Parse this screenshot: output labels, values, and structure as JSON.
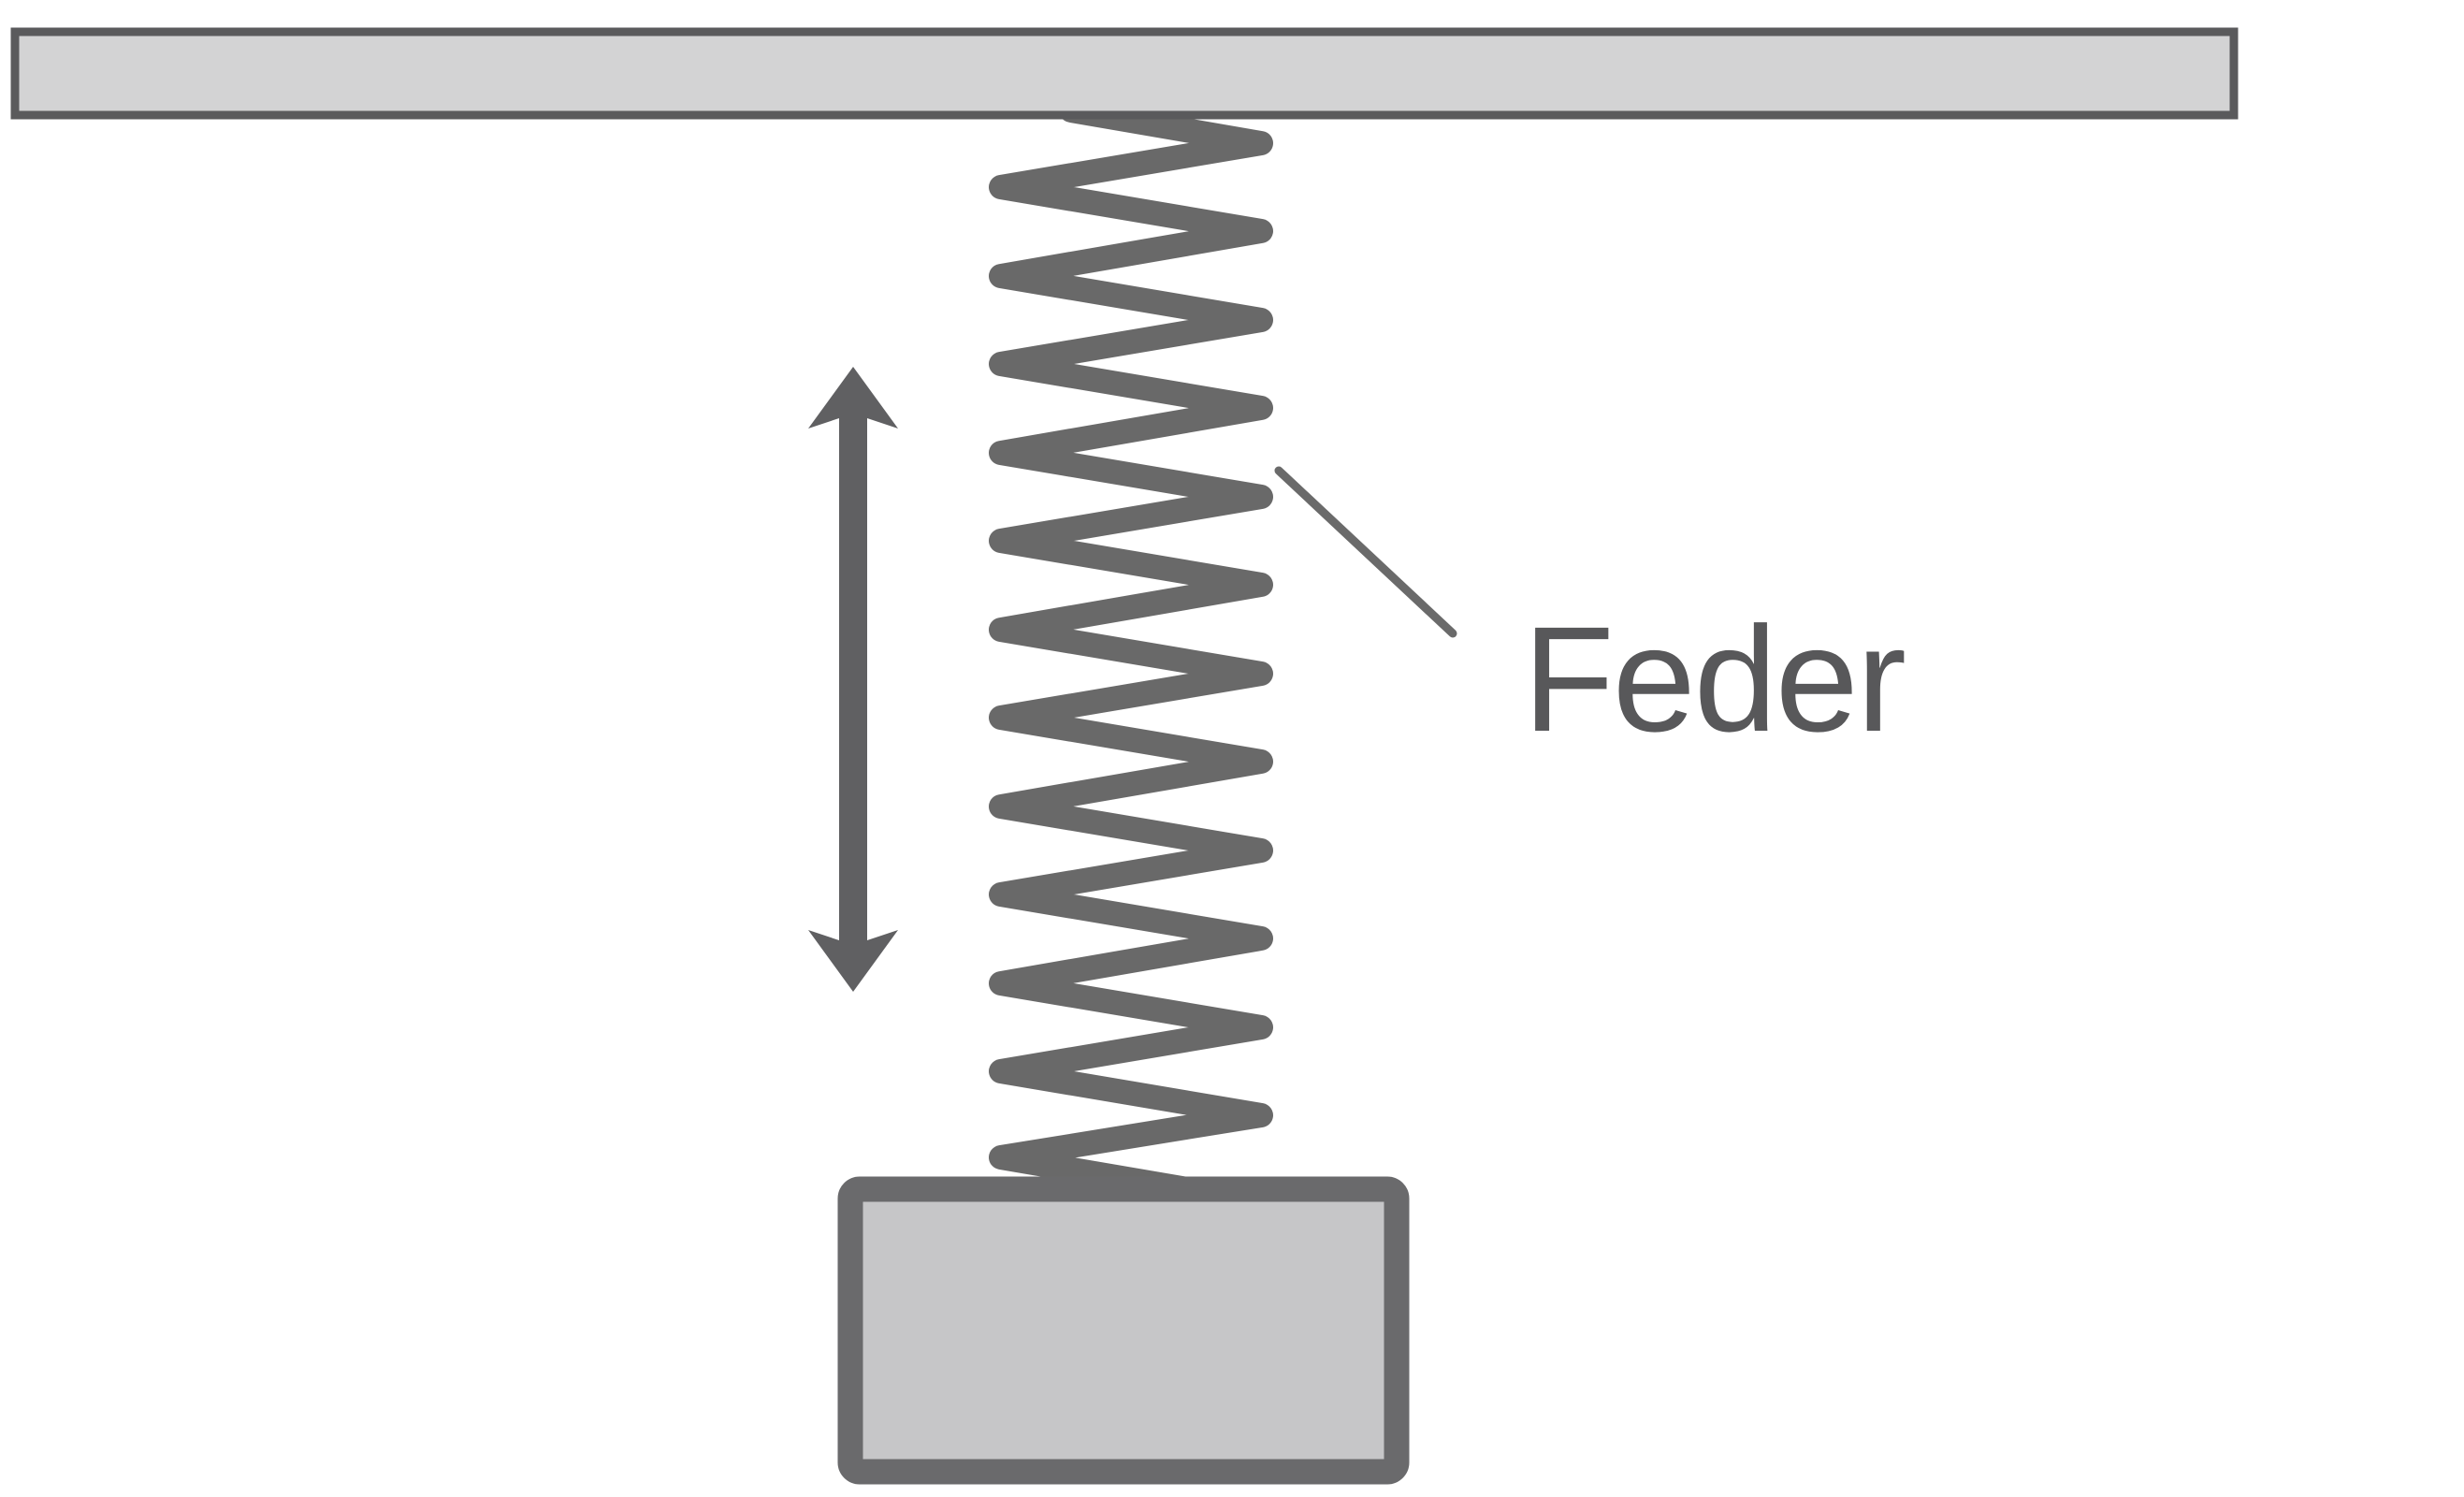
{
  "diagram": {
    "labels": {
      "spring": "Feder"
    },
    "colors": {
      "background": "#ffffff",
      "ceiling_fill": "#d3d3d4",
      "ceiling_border": "#5a5a5c",
      "spring_stroke": "#696969",
      "arrow_fill": "#606062",
      "leader_line": "#6a6a6a",
      "mass_fill": "#c6c6c8",
      "mass_border": "#6a6a6c",
      "label_text": "#58585a"
    },
    "icons": {
      "ceiling": "ceiling-bar",
      "spring": "coil-spring",
      "arrow": "up-down-oscillation-arrow",
      "mass": "mass-block",
      "leader": "label-leader-line"
    }
  }
}
